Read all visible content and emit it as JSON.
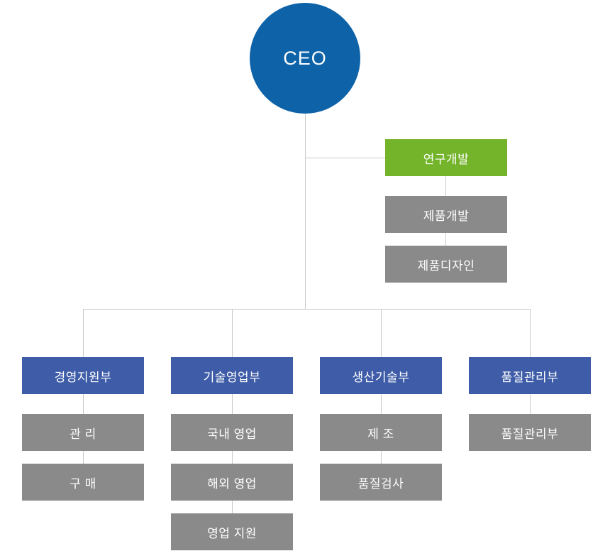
{
  "org": {
    "ceo": "CEO",
    "research": [
      {
        "label": "연구개발"
      },
      {
        "label": "제품개발"
      },
      {
        "label": "제품디자인"
      }
    ],
    "departments": [
      {
        "label": "경영지원부",
        "children": [
          {
            "label": "관 리"
          },
          {
            "label": "구 매"
          }
        ]
      },
      {
        "label": "기술영업부",
        "children": [
          {
            "label": "국내 영업"
          },
          {
            "label": "해외 영업"
          },
          {
            "label": "영업 지원"
          }
        ]
      },
      {
        "label": "생산기술부",
        "children": [
          {
            "label": "제 조"
          },
          {
            "label": "품질검사"
          }
        ]
      },
      {
        "label": "품질관리부",
        "children": [
          {
            "label": "품질관리부"
          }
        ]
      }
    ],
    "colors": {
      "ceo-blue": "#0e63a8",
      "dept-blue": "#3e5ca7",
      "accent-green": "#74b42b",
      "sub-gray": "#8a8a8a",
      "line-gray": "#c9c9c9"
    }
  }
}
